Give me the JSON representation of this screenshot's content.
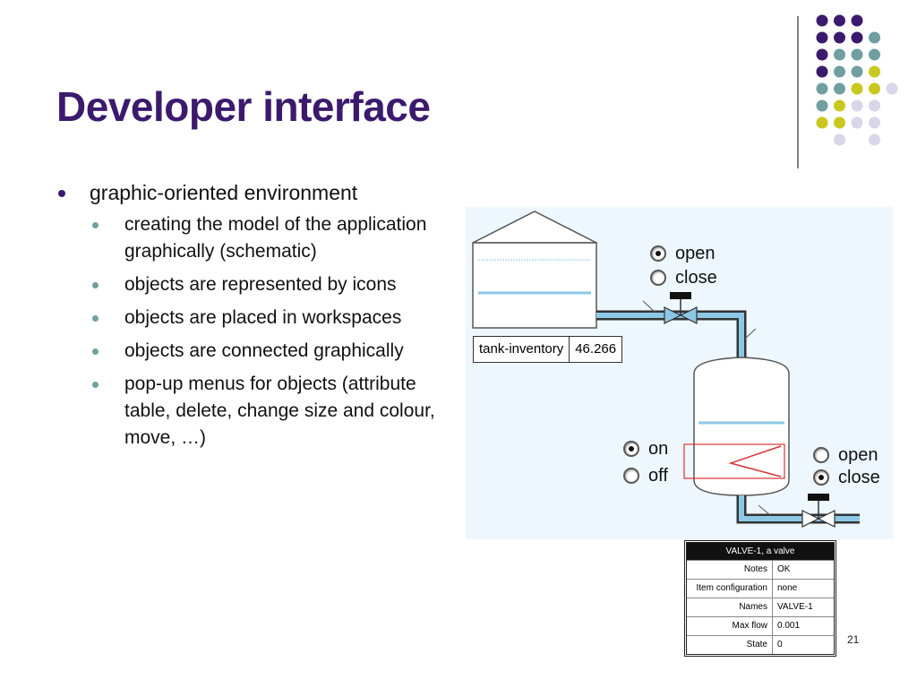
{
  "slide": {
    "title": "Developer interface",
    "page_number": "21"
  },
  "bullets": {
    "main": "graphic-oriented environment",
    "sub": [
      "creating the model of the application graphically (schematic)",
      "objects are represented by icons",
      "objects are placed in workspaces",
      "objects are connected graphically",
      "pop-up menus for objects (attribute table, delete, change size and colour, move, …)"
    ]
  },
  "schematic": {
    "tank_inventory_label": "tank-inventory",
    "tank_inventory_value": "46.266",
    "valve_top": {
      "open_label": "open",
      "close_label": "close",
      "selected": "open"
    },
    "heater": {
      "on_label": "on",
      "off_label": "off",
      "selected": "on"
    },
    "valve_bottom": {
      "open_label": "open",
      "close_label": "close",
      "selected": "close"
    }
  },
  "attribute_table": {
    "title": "VALVE-1, a valve",
    "rows": [
      {
        "key": "Notes",
        "value": "OK"
      },
      {
        "key": "Item configuration",
        "value": "none"
      },
      {
        "key": "Names",
        "value": "VALVE-1"
      },
      {
        "key": "Max flow",
        "value": "0.001"
      },
      {
        "key": "State",
        "value": "0"
      }
    ]
  },
  "colors": {
    "title": "#3b1a6e",
    "purple": "#3b1a6e",
    "teal": "#6f9fa0",
    "yellow": "#c8c81e",
    "lavender": "#d8d6e8"
  }
}
